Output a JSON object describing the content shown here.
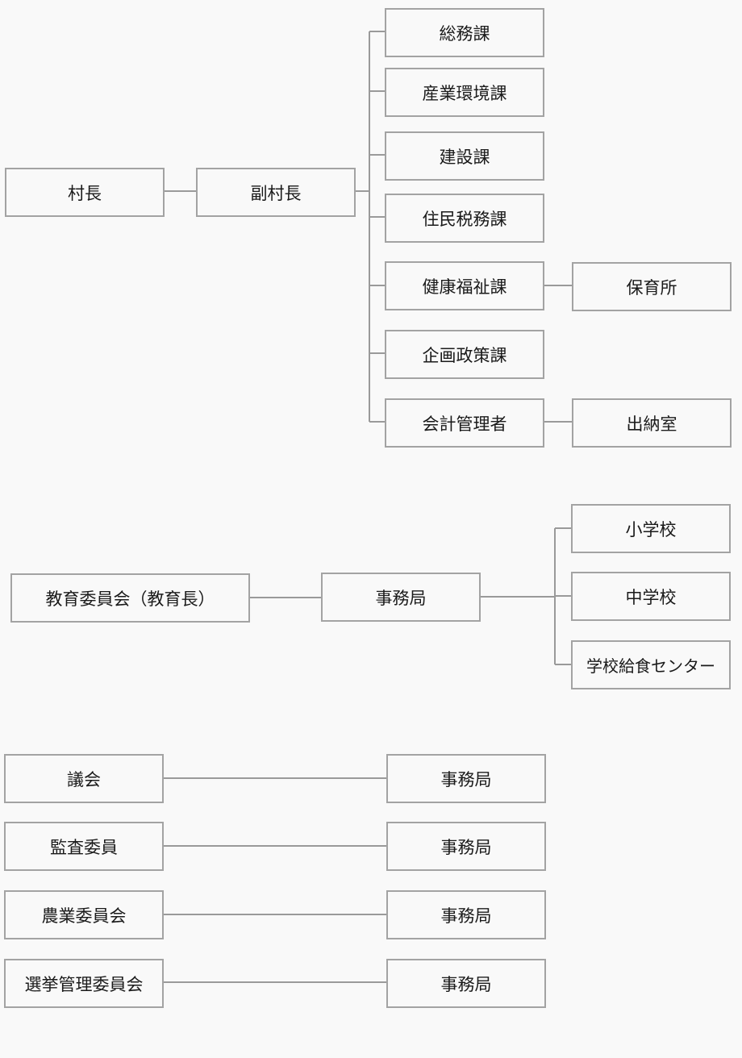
{
  "chart1": {
    "mayor": "村長",
    "deputy_mayor": "副村長",
    "departments": [
      "総務課",
      "産業環境課",
      "建設課",
      "住民税務課",
      "健康福祉課",
      "企画政策課",
      "会計管理者"
    ],
    "nursery": "保育所",
    "treasury": "出納室"
  },
  "chart2": {
    "board": "教育委員会（教育長）",
    "office": "事務局",
    "schools": [
      "小学校",
      "中学校",
      "学校給食センター"
    ]
  },
  "chart3": {
    "committees": [
      "議会",
      "監査委員",
      "農業委員会",
      "選挙管理委員会"
    ],
    "offices": [
      "事務局",
      "事務局",
      "事務局",
      "事務局"
    ]
  }
}
